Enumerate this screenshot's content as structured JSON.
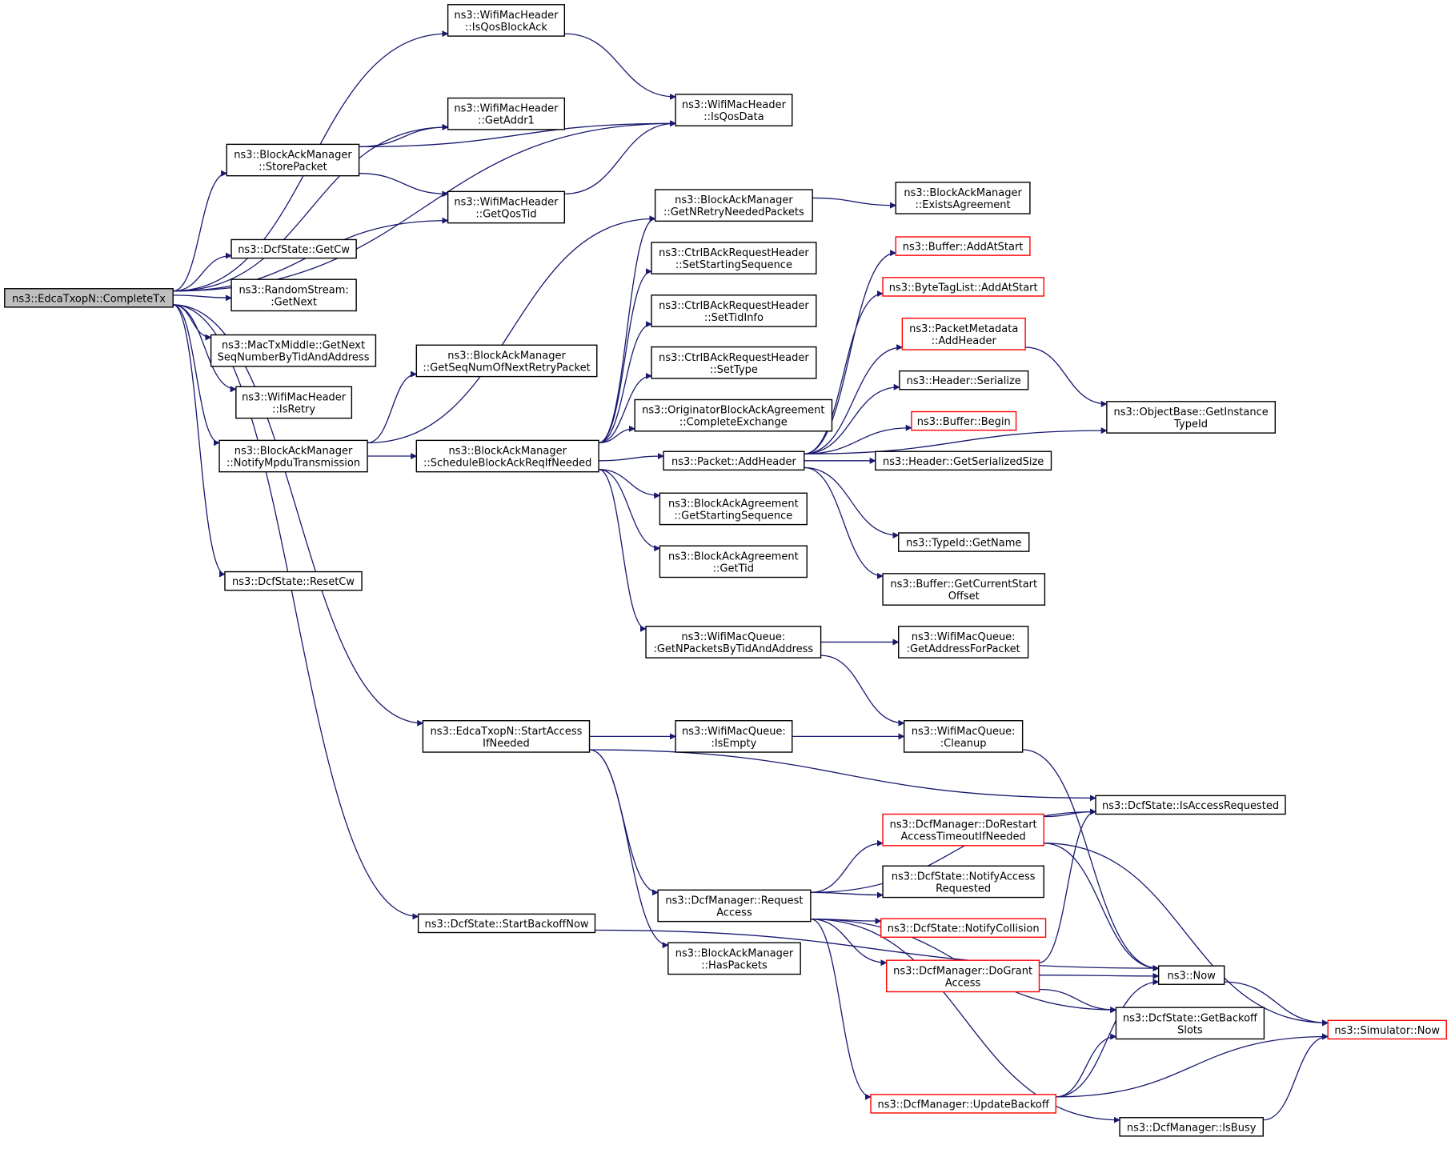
{
  "graph": {
    "edge_color": "#191970",
    "truncated_border_color": "#ff0000",
    "root_fill": "#bfbfbf",
    "nodes": [
      {
        "id": "complete_tx",
        "lines": [
          "ns3::EdcaTxopN::CompleteTx"
        ],
        "root": true
      },
      {
        "id": "is_qos_block_ack",
        "lines": [
          "ns3::WifiMacHeader",
          "::IsQosBlockAck"
        ]
      },
      {
        "id": "is_qos_data",
        "lines": [
          "ns3::WifiMacHeader",
          "::IsQosData"
        ]
      },
      {
        "id": "get_addr1",
        "lines": [
          "ns3::WifiMacHeader",
          "::GetAddr1"
        ]
      },
      {
        "id": "store_packet",
        "lines": [
          "ns3::BlockAckManager",
          "::StorePacket"
        ]
      },
      {
        "id": "get_qos_tid",
        "lines": [
          "ns3::WifiMacHeader",
          "::GetQosTid"
        ]
      },
      {
        "id": "get_cw",
        "lines": [
          "ns3::DcfState::GetCw"
        ]
      },
      {
        "id": "get_next",
        "lines": [
          "ns3::RandomStream:",
          ":GetNext"
        ]
      },
      {
        "id": "get_next_seq",
        "lines": [
          "ns3::MacTxMiddle::GetNext",
          "SeqNumberByTidAndAddress"
        ]
      },
      {
        "id": "is_retry",
        "lines": [
          "ns3::WifiMacHeader",
          "::IsRetry"
        ]
      },
      {
        "id": "notify_mpdu",
        "lines": [
          "ns3::BlockAckManager",
          "::NotifyMpduTransmission"
        ]
      },
      {
        "id": "reset_cw",
        "lines": [
          "ns3::DcfState::ResetCw"
        ]
      },
      {
        "id": "get_seq_num_next_retry",
        "lines": [
          "ns3::BlockAckManager",
          "::GetSeqNumOfNextRetryPacket"
        ]
      },
      {
        "id": "schedule_bar",
        "lines": [
          "ns3::BlockAckManager",
          "::ScheduleBlockAckReqIfNeeded"
        ]
      },
      {
        "id": "get_n_retry",
        "lines": [
          "ns3::BlockAckManager",
          "::GetNRetryNeededPackets"
        ]
      },
      {
        "id": "exists_agreement",
        "lines": [
          "ns3::BlockAckManager",
          "::ExistsAgreement"
        ]
      },
      {
        "id": "set_starting_seq",
        "lines": [
          "ns3::CtrlBAckRequestHeader",
          "::SetStartingSequence"
        ]
      },
      {
        "id": "set_tid_info",
        "lines": [
          "ns3::CtrlBAckRequestHeader",
          "::SetTidInfo"
        ]
      },
      {
        "id": "set_type",
        "lines": [
          "ns3::CtrlBAckRequestHeader",
          "::SetType"
        ]
      },
      {
        "id": "complete_exchange",
        "lines": [
          "ns3::OriginatorBlockAckAgreement",
          "::CompleteExchange"
        ]
      },
      {
        "id": "packet_add_header",
        "lines": [
          "ns3::Packet::AddHeader"
        ]
      },
      {
        "id": "buffer_add_at_start",
        "lines": [
          "ns3::Buffer::AddAtStart"
        ],
        "truncated": true
      },
      {
        "id": "bytetaglist_add_at_start",
        "lines": [
          "ns3::ByteTagList::AddAtStart"
        ],
        "truncated": true
      },
      {
        "id": "packetmetadata_add_header",
        "lines": [
          "ns3::PacketMetadata",
          "::AddHeader"
        ],
        "truncated": true
      },
      {
        "id": "header_serialize",
        "lines": [
          "ns3::Header::Serialize"
        ]
      },
      {
        "id": "buffer_begin",
        "lines": [
          "ns3::Buffer::Begin"
        ],
        "truncated": true
      },
      {
        "id": "header_get_serialized_size",
        "lines": [
          "ns3::Header::GetSerializedSize"
        ]
      },
      {
        "id": "get_instance_typeid",
        "lines": [
          "ns3::ObjectBase::GetInstance",
          "TypeId"
        ]
      },
      {
        "id": "ba_get_starting_seq",
        "lines": [
          "ns3::BlockAckAgreement",
          "::GetStartingSequence"
        ]
      },
      {
        "id": "ba_get_tid",
        "lines": [
          "ns3::BlockAckAgreement",
          "::GetTid"
        ]
      },
      {
        "id": "typeid_get_name",
        "lines": [
          "ns3::TypeId::GetName"
        ]
      },
      {
        "id": "buffer_get_current_start",
        "lines": [
          "ns3::Buffer::GetCurrentStart",
          "Offset"
        ]
      },
      {
        "id": "get_n_packets_by_tid",
        "lines": [
          "ns3::WifiMacQueue:",
          ":GetNPacketsByTidAndAddress"
        ]
      },
      {
        "id": "get_address_for_packet",
        "lines": [
          "ns3::WifiMacQueue:",
          ":GetAddressForPacket"
        ]
      },
      {
        "id": "start_access_if_needed",
        "lines": [
          "ns3::EdcaTxopN::StartAccess",
          "IfNeeded"
        ]
      },
      {
        "id": "queue_is_empty",
        "lines": [
          "ns3::WifiMacQueue:",
          ":IsEmpty"
        ]
      },
      {
        "id": "queue_cleanup",
        "lines": [
          "ns3::WifiMacQueue:",
          ":Cleanup"
        ]
      },
      {
        "id": "is_access_requested",
        "lines": [
          "ns3::DcfState::IsAccessRequested"
        ]
      },
      {
        "id": "do_restart_access_timeout",
        "lines": [
          "ns3::DcfManager::DoRestart",
          "AccessTimeoutIfNeeded"
        ],
        "truncated": true
      },
      {
        "id": "notify_access_requested",
        "lines": [
          "ns3::DcfState::NotifyAccess",
          "Requested"
        ]
      },
      {
        "id": "request_access",
        "lines": [
          "ns3::DcfManager::Request",
          "Access"
        ]
      },
      {
        "id": "notify_collision",
        "lines": [
          "ns3::DcfState::NotifyCollision"
        ],
        "truncated": true
      },
      {
        "id": "start_backoff_now",
        "lines": [
          "ns3::DcfState::StartBackoffNow"
        ]
      },
      {
        "id": "has_packets",
        "lines": [
          "ns3::BlockAckManager",
          "::HasPackets"
        ]
      },
      {
        "id": "do_grant_access",
        "lines": [
          "ns3::DcfManager::DoGrant",
          "Access"
        ],
        "truncated": true
      },
      {
        "id": "now",
        "lines": [
          "ns3::Now"
        ]
      },
      {
        "id": "get_backoff_slots",
        "lines": [
          "ns3::DcfState::GetBackoff",
          "Slots"
        ]
      },
      {
        "id": "simulator_now",
        "lines": [
          "ns3::Simulator::Now"
        ],
        "truncated": true
      },
      {
        "id": "update_backoff",
        "lines": [
          "ns3::DcfManager::UpdateBackoff"
        ],
        "truncated": true
      },
      {
        "id": "is_busy",
        "lines": [
          "ns3::DcfManager::IsBusy"
        ]
      }
    ],
    "edges": [
      [
        "complete_tx",
        "is_qos_block_ack"
      ],
      [
        "complete_tx",
        "is_qos_data"
      ],
      [
        "complete_tx",
        "get_addr1"
      ],
      [
        "complete_tx",
        "store_packet"
      ],
      [
        "complete_tx",
        "get_qos_tid"
      ],
      [
        "complete_tx",
        "get_cw"
      ],
      [
        "complete_tx",
        "get_next"
      ],
      [
        "complete_tx",
        "get_next_seq"
      ],
      [
        "complete_tx",
        "is_retry"
      ],
      [
        "complete_tx",
        "notify_mpdu"
      ],
      [
        "complete_tx",
        "reset_cw"
      ],
      [
        "complete_tx",
        "start_access_if_needed"
      ],
      [
        "complete_tx",
        "start_backoff_now"
      ],
      [
        "is_qos_block_ack",
        "is_qos_data"
      ],
      [
        "store_packet",
        "get_addr1"
      ],
      [
        "store_packet",
        "is_qos_data"
      ],
      [
        "store_packet",
        "get_qos_tid"
      ],
      [
        "get_qos_tid",
        "is_qos_data"
      ],
      [
        "notify_mpdu",
        "get_seq_num_next_retry"
      ],
      [
        "notify_mpdu",
        "get_n_retry"
      ],
      [
        "notify_mpdu",
        "schedule_bar"
      ],
      [
        "schedule_bar",
        "get_n_retry"
      ],
      [
        "schedule_bar",
        "set_starting_seq"
      ],
      [
        "schedule_bar",
        "set_tid_info"
      ],
      [
        "schedule_bar",
        "set_type"
      ],
      [
        "schedule_bar",
        "complete_exchange"
      ],
      [
        "schedule_bar",
        "packet_add_header"
      ],
      [
        "schedule_bar",
        "ba_get_starting_seq"
      ],
      [
        "schedule_bar",
        "ba_get_tid"
      ],
      [
        "schedule_bar",
        "get_n_packets_by_tid"
      ],
      [
        "get_n_retry",
        "exists_agreement"
      ],
      [
        "packet_add_header",
        "buffer_add_at_start"
      ],
      [
        "packet_add_header",
        "bytetaglist_add_at_start"
      ],
      [
        "packet_add_header",
        "packetmetadata_add_header"
      ],
      [
        "packet_add_header",
        "header_serialize"
      ],
      [
        "packet_add_header",
        "buffer_begin"
      ],
      [
        "packet_add_header",
        "header_get_serialized_size"
      ],
      [
        "packet_add_header",
        "get_instance_typeid"
      ],
      [
        "packet_add_header",
        "typeid_get_name"
      ],
      [
        "packet_add_header",
        "buffer_get_current_start"
      ],
      [
        "packetmetadata_add_header",
        "get_instance_typeid"
      ],
      [
        "get_n_packets_by_tid",
        "get_address_for_packet"
      ],
      [
        "get_n_packets_by_tid",
        "queue_cleanup"
      ],
      [
        "start_access_if_needed",
        "is_access_requested"
      ],
      [
        "start_access_if_needed",
        "queue_is_empty"
      ],
      [
        "start_access_if_needed",
        "request_access"
      ],
      [
        "start_access_if_needed",
        "has_packets"
      ],
      [
        "queue_is_empty",
        "queue_cleanup"
      ],
      [
        "queue_cleanup",
        "now"
      ],
      [
        "request_access",
        "is_access_requested"
      ],
      [
        "request_access",
        "do_restart_access_timeout"
      ],
      [
        "request_access",
        "notify_access_requested"
      ],
      [
        "request_access",
        "notify_collision"
      ],
      [
        "request_access",
        "do_grant_access"
      ],
      [
        "request_access",
        "get_backoff_slots"
      ],
      [
        "request_access",
        "update_backoff"
      ],
      [
        "request_access",
        "is_busy"
      ],
      [
        "do_restart_access_timeout",
        "is_access_requested"
      ],
      [
        "do_restart_access_timeout",
        "now"
      ],
      [
        "do_restart_access_timeout",
        "simulator_now"
      ],
      [
        "do_grant_access",
        "is_access_requested"
      ],
      [
        "do_grant_access",
        "now"
      ],
      [
        "do_grant_access",
        "get_backoff_slots"
      ],
      [
        "update_backoff",
        "now"
      ],
      [
        "update_backoff",
        "get_backoff_slots"
      ],
      [
        "update_backoff",
        "simulator_now"
      ],
      [
        "now",
        "simulator_now"
      ],
      [
        "is_busy",
        "simulator_now"
      ],
      [
        "start_backoff_now",
        "now"
      ]
    ]
  }
}
